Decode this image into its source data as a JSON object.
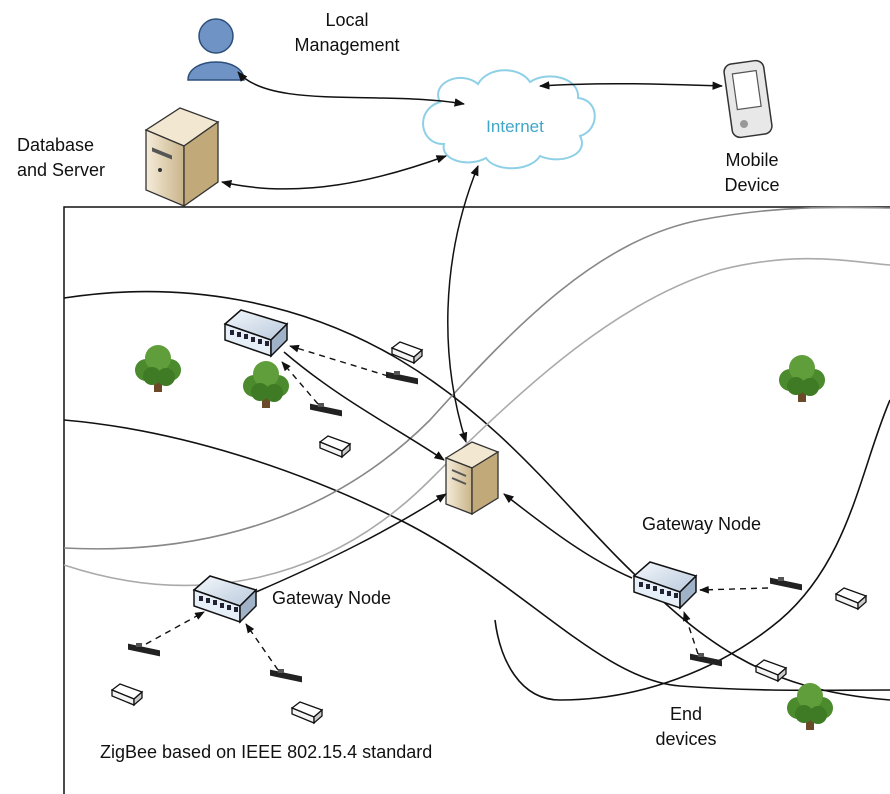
{
  "labels": {
    "local_management": [
      "Local",
      "Management"
    ],
    "database_server": [
      "Database",
      "and Server"
    ],
    "internet": "Internet",
    "mobile_device": [
      "Mobile",
      "Device"
    ],
    "gateway_node_right": "Gateway Node",
    "gateway_node_left": "Gateway Node",
    "end_devices": [
      "End",
      "devices"
    ],
    "zigbee_caption": "ZigBee based on IEEE 802.15.4 standard"
  },
  "colors": {
    "internet_text": "#3fa6c8",
    "cloud_stroke": "#8fd0e6",
    "person": "#6f93c4",
    "server_beige": "#e9d9b8",
    "tree_green": "#4c8a2e",
    "gateway_blue": "#dfe9f5",
    "river": "#111111"
  },
  "icons": [
    "person-icon",
    "server-tower-icon",
    "cloud-icon",
    "mobile-phone-icon",
    "central-server-icon",
    "gateway-switch-icon",
    "sensor-icon",
    "end-device-icon",
    "tree-icon"
  ]
}
